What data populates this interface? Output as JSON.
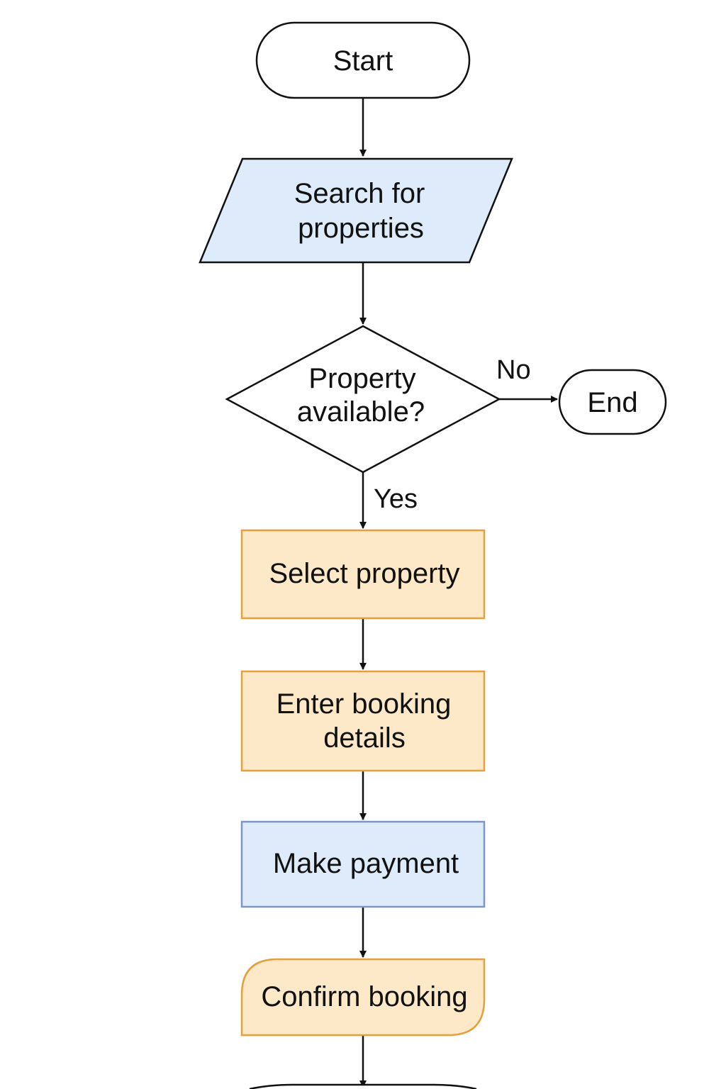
{
  "nodes": {
    "start": {
      "label": "Start"
    },
    "search": {
      "label_line1": "Search for",
      "label_line2": "properties"
    },
    "decision": {
      "label_line1": "Property",
      "label_line2": "available?"
    },
    "end": {
      "label": "End"
    },
    "select": {
      "label": "Select property"
    },
    "enter_details": {
      "label_line1": "Enter booking",
      "label_line2": "details"
    },
    "payment": {
      "label": "Make payment"
    },
    "confirm": {
      "label": "Confirm booking"
    }
  },
  "edges": {
    "no_label": "No",
    "yes_label": "Yes"
  },
  "colors": {
    "input_fill": "#deebfb",
    "process_fill": "#fde8c8",
    "process_stroke": "#e3a03c",
    "payment_fill": "#deebfb",
    "payment_stroke": "#7d96c8",
    "terminal_fill": "#ffffff",
    "line": "#111111"
  }
}
